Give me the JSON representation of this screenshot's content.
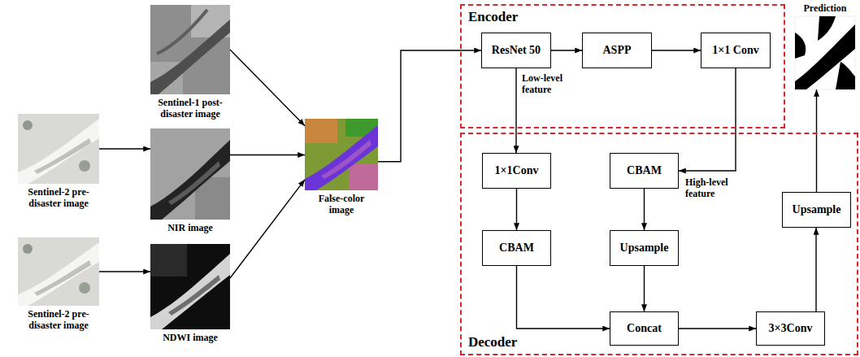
{
  "diagram": {
    "nodes": [
      {
        "text": [
          "Sentinel-2 pre-disaster image"
        ]
      },
      {
        "text": [
          "Sentinel-2 pre-disaster image"
        ]
      },
      {
        "text": [
          "Sentinel-1 post-disaster image"
        ]
      },
      {
        "text": [
          "NIR image"
        ]
      },
      {
        "text": [
          "NDWI image"
        ]
      },
      {
        "text": [
          "False-color image"
        ]
      },
      {
        "text": [
          "Encoder"
        ]
      },
      {
        "text": [
          "ResNet 50"
        ],
        "in": 6
      },
      {
        "text": [
          "ASPP"
        ],
        "in": 6
      },
      {
        "text": [
          "1×1 Conv"
        ],
        "in": 6
      },
      {
        "text": [
          "Decoder"
        ]
      },
      {
        "text": [
          "1×1Conv"
        ],
        "in": 10
      },
      {
        "text": [
          "CBAM"
        ],
        "in": 10
      },
      {
        "text": [
          "CBAM"
        ],
        "in": 10
      },
      {
        "text": [
          "Upsample"
        ],
        "in": 10
      },
      {
        "text": [
          "Concat"
        ],
        "in": 10
      },
      {
        "text": [
          "3×3Conv"
        ],
        "in": 10
      },
      {
        "text": [
          "Upsample"
        ],
        "in": 10
      },
      {
        "text": [
          "Prediction"
        ]
      }
    ],
    "edges": [
      {
        "from": 0,
        "to": 3,
        "arrow": "to"
      },
      {
        "from": 1,
        "to": 4,
        "arrow": "to"
      },
      {
        "from": 2,
        "to": 5,
        "arrow": "to"
      },
      {
        "from": 3,
        "to": 5,
        "arrow": "to"
      },
      {
        "from": 4,
        "to": 5,
        "arrow": "to"
      },
      {
        "from": 5,
        "to": 7,
        "arrow": "to"
      },
      {
        "from": 7,
        "to": 8,
        "arrow": "to"
      },
      {
        "from": 8,
        "to": 9,
        "arrow": "to"
      },
      {
        "from": 7,
        "to": 11,
        "label": "Low-level feature",
        "arrow": "to"
      },
      {
        "from": 9,
        "to": 13,
        "label": "High-level feature",
        "arrow": "to"
      },
      {
        "from": 11,
        "to": 12,
        "arrow": "to"
      },
      {
        "from": 13,
        "to": 14,
        "arrow": "to"
      },
      {
        "from": 14,
        "to": 15,
        "arrow": "to"
      },
      {
        "from": 12,
        "to": 15,
        "arrow": "to"
      },
      {
        "from": 15,
        "to": 16,
        "arrow": "to"
      },
      {
        "from": 16,
        "to": 17,
        "arrow": "to"
      },
      {
        "from": 17,
        "to": 18,
        "arrow": "to"
      }
    ]
  }
}
